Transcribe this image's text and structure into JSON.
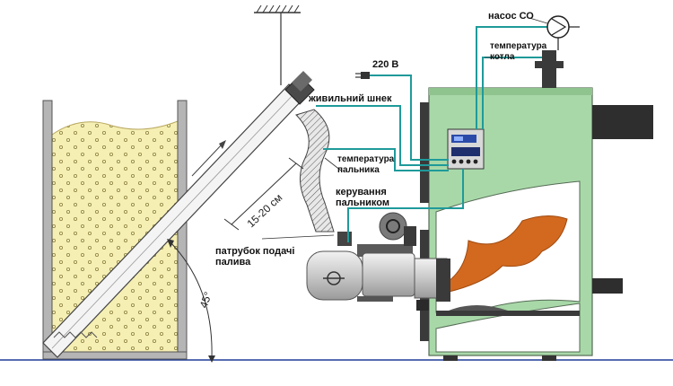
{
  "labels": {
    "pump": "насос СО",
    "boiler_temp_line1": "температура",
    "boiler_temp_line2": "котла",
    "voltage": "220 В",
    "feed_screw": "живильний шнек",
    "burner_temp_line1": "температура",
    "burner_temp_line2": "пальника",
    "burner_control_line1": "керування",
    "burner_control_line2": "пальником",
    "fuel_pipe_line1": "патрубок подачі",
    "fuel_pipe_line2": "палива",
    "distance": "15-20 см",
    "angle": "45°"
  },
  "colors": {
    "boiler": "#a8d8a8",
    "fuel": "#f6efb4",
    "wire": "#1f9a9a",
    "flame": "#d2691e",
    "burner": "#cfcfcf",
    "ground": "#1f3d99"
  }
}
